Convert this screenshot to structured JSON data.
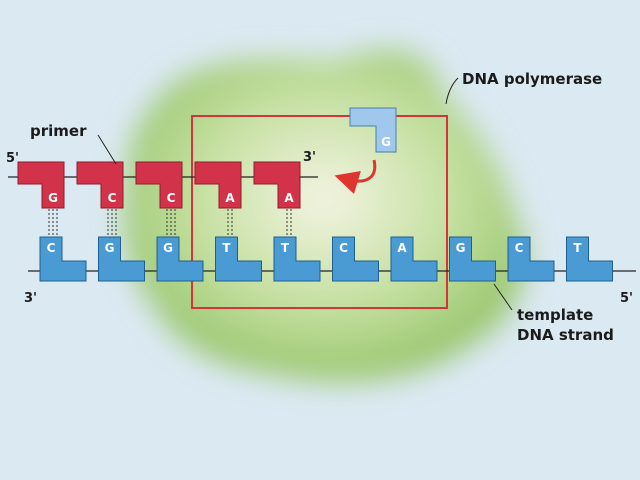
{
  "labels": {
    "primer": "primer",
    "polymerase": "DNA polymerase",
    "template_line1": "template",
    "template_line2": "DNA strand"
  },
  "ends": {
    "primer_5": "5'",
    "primer_3": "3'",
    "template_3": "3'",
    "template_5": "5'"
  },
  "primer_bases": [
    "G",
    "C",
    "C",
    "A",
    "A"
  ],
  "template_bases": [
    "C",
    "G",
    "G",
    "T",
    "T",
    "C",
    "A",
    "G",
    "C",
    "T"
  ],
  "incoming_base": "G",
  "colors": {
    "background": "#dbe9f2",
    "polymerase": "#93c56a",
    "primer": "#d2334a",
    "primer_edge": "#8d1c2c",
    "template": "#4a9bd3",
    "template_edge": "#1f5f8f",
    "incoming": "#9fc8ec",
    "highlight_box": "#d8323a",
    "arrow": "#e0342f"
  }
}
